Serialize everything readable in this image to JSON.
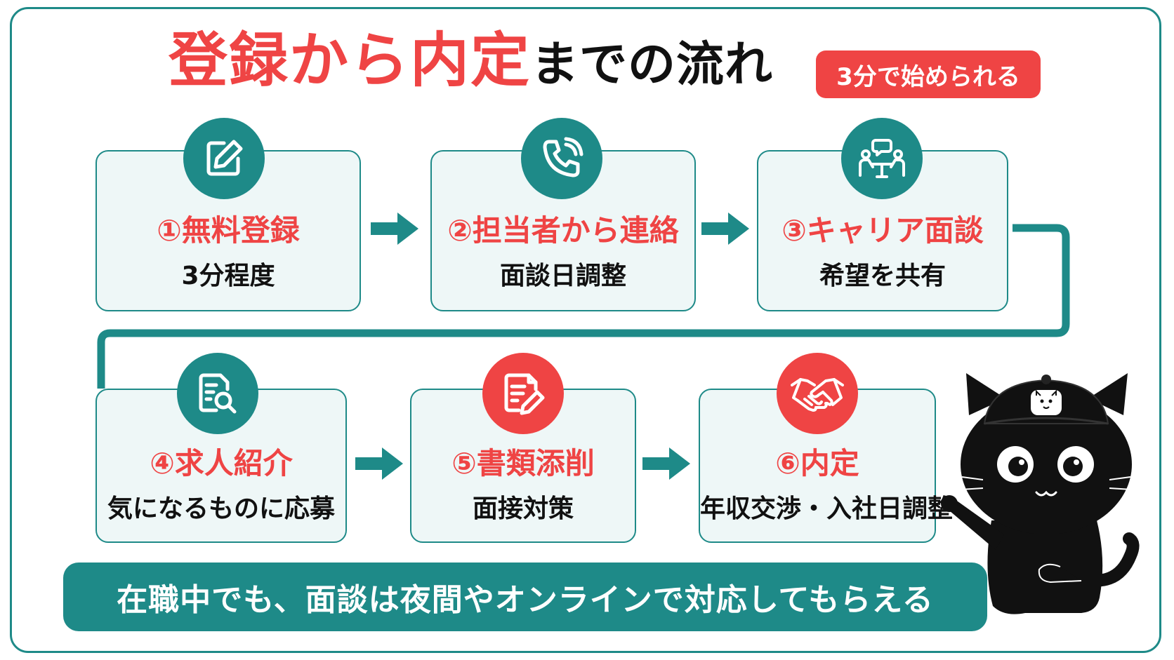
{
  "title": {
    "highlight": "登録から内定",
    "rest": "までの流れ"
  },
  "badge": "3分で始められる",
  "steps": [
    {
      "title": "①無料登録",
      "subtitle": "3分程度"
    },
    {
      "title": "②担当者から連絡",
      "subtitle": "面談日調整"
    },
    {
      "title": "③キャリア面談",
      "subtitle": "希望を共有"
    },
    {
      "title": "④求人紹介",
      "subtitle": "気になるものに応募"
    },
    {
      "title": "⑤書類添削",
      "subtitle": "面接対策"
    },
    {
      "title": "⑥内定",
      "subtitle": "年収交渉・入社日調整"
    }
  ],
  "icons": [
    "edit-form-icon",
    "phone-call-icon",
    "meeting-icon",
    "document-search-icon",
    "document-pen-icon",
    "handshake-icon"
  ],
  "footer": "在職中でも、面談は夜間やオンラインで対応してもらえる",
  "colors": {
    "teal": "#1e8a88",
    "red": "#ef4444",
    "card_bg": "#eef7f7",
    "text": "#111111"
  }
}
